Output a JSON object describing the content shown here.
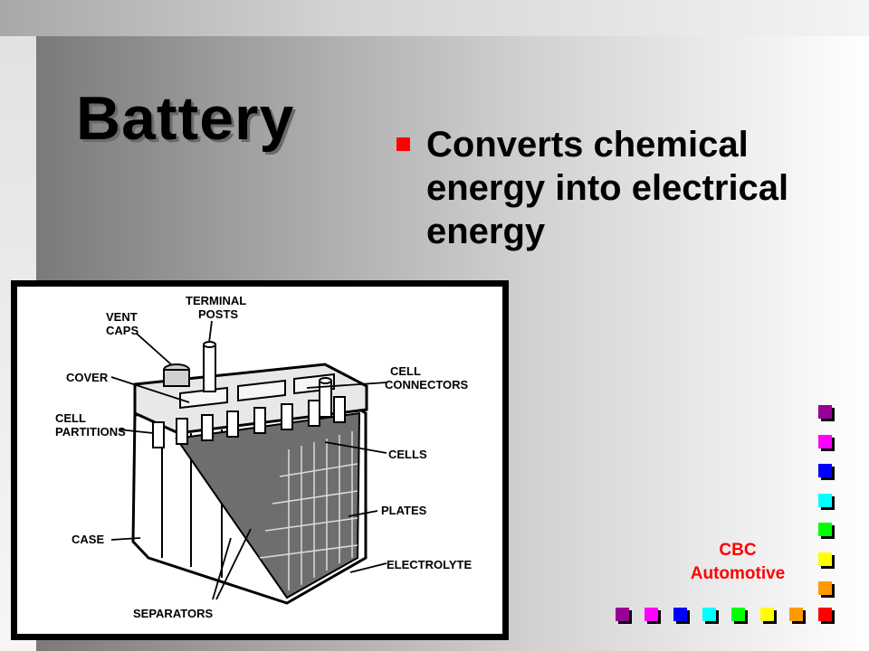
{
  "slide": {
    "title": "Battery",
    "bullet": "Converts chemical energy into electrical energy",
    "bullet_color": "#ff0000"
  },
  "diagram": {
    "labels": {
      "terminal_1": "TERMINAL",
      "terminal_2": "POSTS",
      "vent_1": "VENT",
      "vent_2": "CAPS",
      "cover": "COVER",
      "partitions_1": "CELL",
      "partitions_2": "PARTITIONS",
      "connectors_1": "CELL",
      "connectors_2": "CONNECTORS",
      "cells": "CELLS",
      "plates": "PLATES",
      "case": "CASE",
      "electrolyte": "ELECTROLYTE",
      "separators": "SEPARATORS"
    }
  },
  "brand": {
    "line1": "CBC",
    "line2": "Automotive",
    "color": "#ff0000"
  },
  "decor_squares": {
    "column_colors": [
      "#990099",
      "#ff00ff",
      "#0000ff",
      "#00ffff",
      "#00ff00",
      "#ffff00",
      "#ff9900"
    ],
    "row_colors": [
      "#990099",
      "#ff00ff",
      "#0000ff",
      "#00ffff",
      "#00ff00",
      "#ffff00",
      "#ff9900",
      "#ff0000"
    ]
  }
}
